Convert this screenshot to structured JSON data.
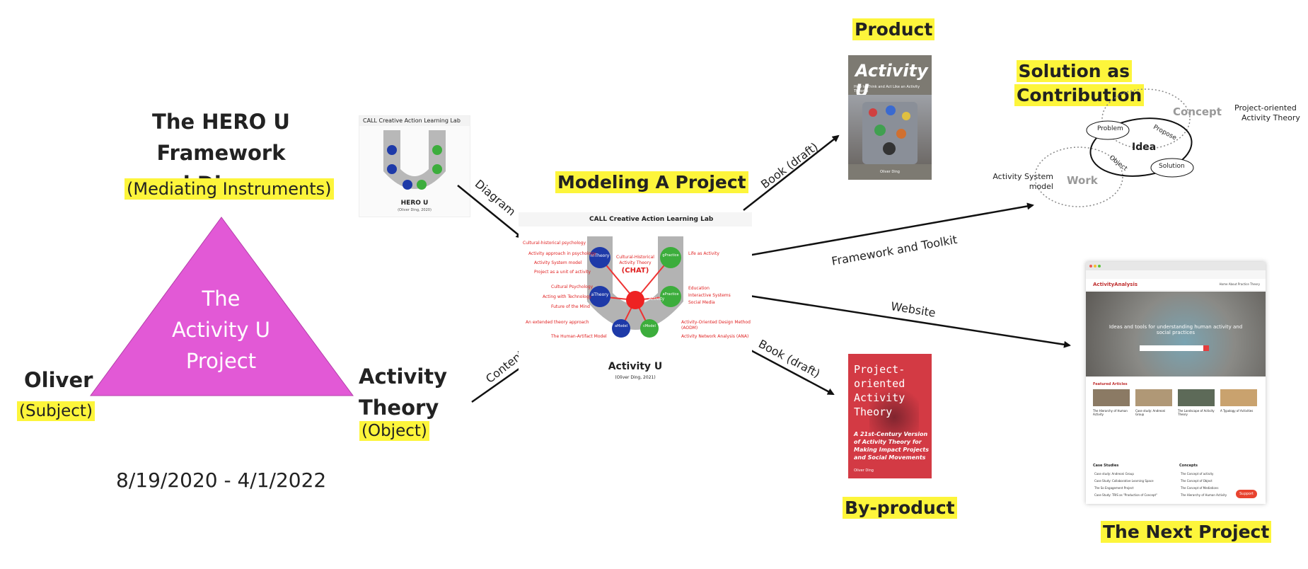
{
  "left": {
    "title_line1": "The HERO U Framework",
    "title_line2": "and Diagram",
    "mediating": "(Mediating Instruments)",
    "triangle_line1": "The",
    "triangle_line2": "Activity U",
    "triangle_line3": "Project",
    "subject_name": "Oliver",
    "subject_role": "(Subject)",
    "object_line1": "Activity",
    "object_line2": "Theory",
    "object_role": "(Object)",
    "dates": "8/19/2020 - 4/1/2022",
    "triangle_color": "#e259d6"
  },
  "hero_thumb": {
    "header": "CALL Creative Action Learning Lab",
    "caption": "HERO U",
    "sub": "(Oliver Ding, 2020)"
  },
  "arrows": {
    "diagram": "Diagram",
    "content": "Content",
    "book_draft_top": "Book (draft)",
    "framework": "Framework and Toolkit",
    "website": "Website",
    "book_draft_bottom": "Book (draft)"
  },
  "center": {
    "title": "Modeling A Project",
    "header": "CALL Creative Action Learning Lab",
    "chat_line1": "Cultural-Historical",
    "chat_line2": "Activity Theory",
    "chat_line3": "(CHAT)",
    "hub": "Activity",
    "nodes": [
      "mTheory",
      "aTheory",
      "aModel",
      "cModel",
      "aPractice",
      "gPractice"
    ],
    "caption": "Activity U",
    "sub": "(Oliver Ding, 2021)",
    "left_notes": [
      "Cultural-historical psychology",
      "Activity approach in psychology",
      "Activity System model",
      "Project as a unit of activity",
      "Cultural Psychology",
      "Acting with Technology",
      "Future of the Mind",
      "An extended theory approach",
      "The Human-Artifact Model"
    ],
    "right_notes": [
      "Life as Activity",
      "Education",
      "Interactive Systems",
      "Social Media",
      "Activity-Oriented Design Method (AODM)",
      "Activity Network Analysis (ANA)"
    ]
  },
  "product": {
    "label": "Product",
    "book_title": "Activity U",
    "book_subtitle": "How to Think and Act Like an Activity Theorist",
    "book_author": "Oliver Ding"
  },
  "byproduct": {
    "label": "By-product",
    "book_title_1": "Project-oriented",
    "book_title_2": "Activity Theory",
    "book_sub_1": "A 21st-Century Version",
    "book_sub_2": "of Activity Theory for",
    "book_sub_3": "Making Impact Projects",
    "book_sub_4": "and Social Movements",
    "book_author": "Oliver Ding"
  },
  "solution": {
    "label_1": "Solution as",
    "label_2": "Contribution",
    "concept": "Concept",
    "work": "Work",
    "idea": "Idea",
    "problem": "Problem",
    "propose": "Propose",
    "object": "Object",
    "solution_node": "Solution",
    "poat_1": "Project-oriented",
    "poat_2": "Activity Theory",
    "asm_1": "Activity System",
    "asm_2": "model"
  },
  "website": {
    "logo": "ActivityAnalysis",
    "nav": "Home  About  Practice  Theory",
    "hero_1": "Ideas and tools for understanding human activity and",
    "hero_2": "social practices",
    "featured": "Featured Articles",
    "cards": [
      "The Hierarchy of Human Activity",
      "Case study: Andreoni Group",
      "The Landscape of Activity Theory",
      "A Typology of Activities"
    ],
    "case_studies": "Case Studies",
    "concepts": "Concepts",
    "case_items": [
      "Case study: Andreoni Group",
      "Case Study: Collaborative Learning Space",
      "The So Engagement Project",
      "Case Study: TRIS as \"Production of Concept\""
    ],
    "concept_items": [
      "The Concept of activity",
      "The Concept of Object",
      "The Concept of Mediations",
      "The Hierarchy of Human Activity"
    ],
    "support": "Support",
    "label": "The Next Project"
  }
}
